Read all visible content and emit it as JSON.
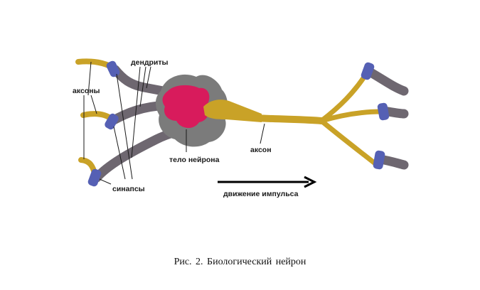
{
  "labels": {
    "dendrites": "дендриты",
    "axons": "аксоны",
    "soma": "тело нейрона",
    "axon": "аксон",
    "synapses": "синапсы",
    "impulse": "движение импульса"
  },
  "caption": "Рис. 2. Биологический  нейрон",
  "colors": {
    "axon": "#c9a227",
    "dendrite": "#6e6770",
    "soma_outer": "#7b7b7b",
    "nucleus": "#d81b5c",
    "synapse": "#5560b4",
    "arrow": "#000000",
    "leader": "#1a1a1a"
  }
}
